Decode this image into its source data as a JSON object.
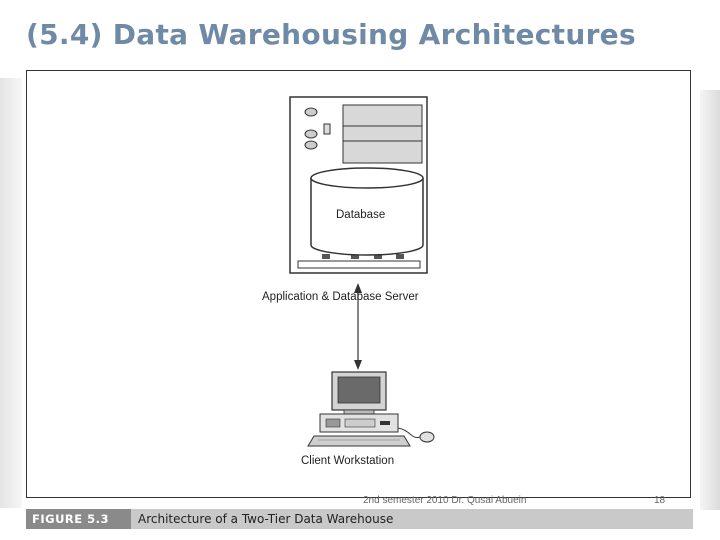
{
  "slide": {
    "title": "(5.4) Data Warehousing Architectures"
  },
  "diagram": {
    "database_label": "Database",
    "server_label": "Application & Database Server",
    "client_label": "Client Workstation"
  },
  "footer": {
    "course_note": "2nd semester 2010 Dr. Qusai Abuein",
    "page_number": "18"
  },
  "caption": {
    "figure_tag": "FIGURE 5.3",
    "figure_title": "Architecture of a Two-Tier Data Warehouse"
  },
  "colors": {
    "title": "#6f8aa6",
    "caption_tag_bg": "#8a8a8a",
    "caption_bar_bg": "#c9c9c9"
  }
}
